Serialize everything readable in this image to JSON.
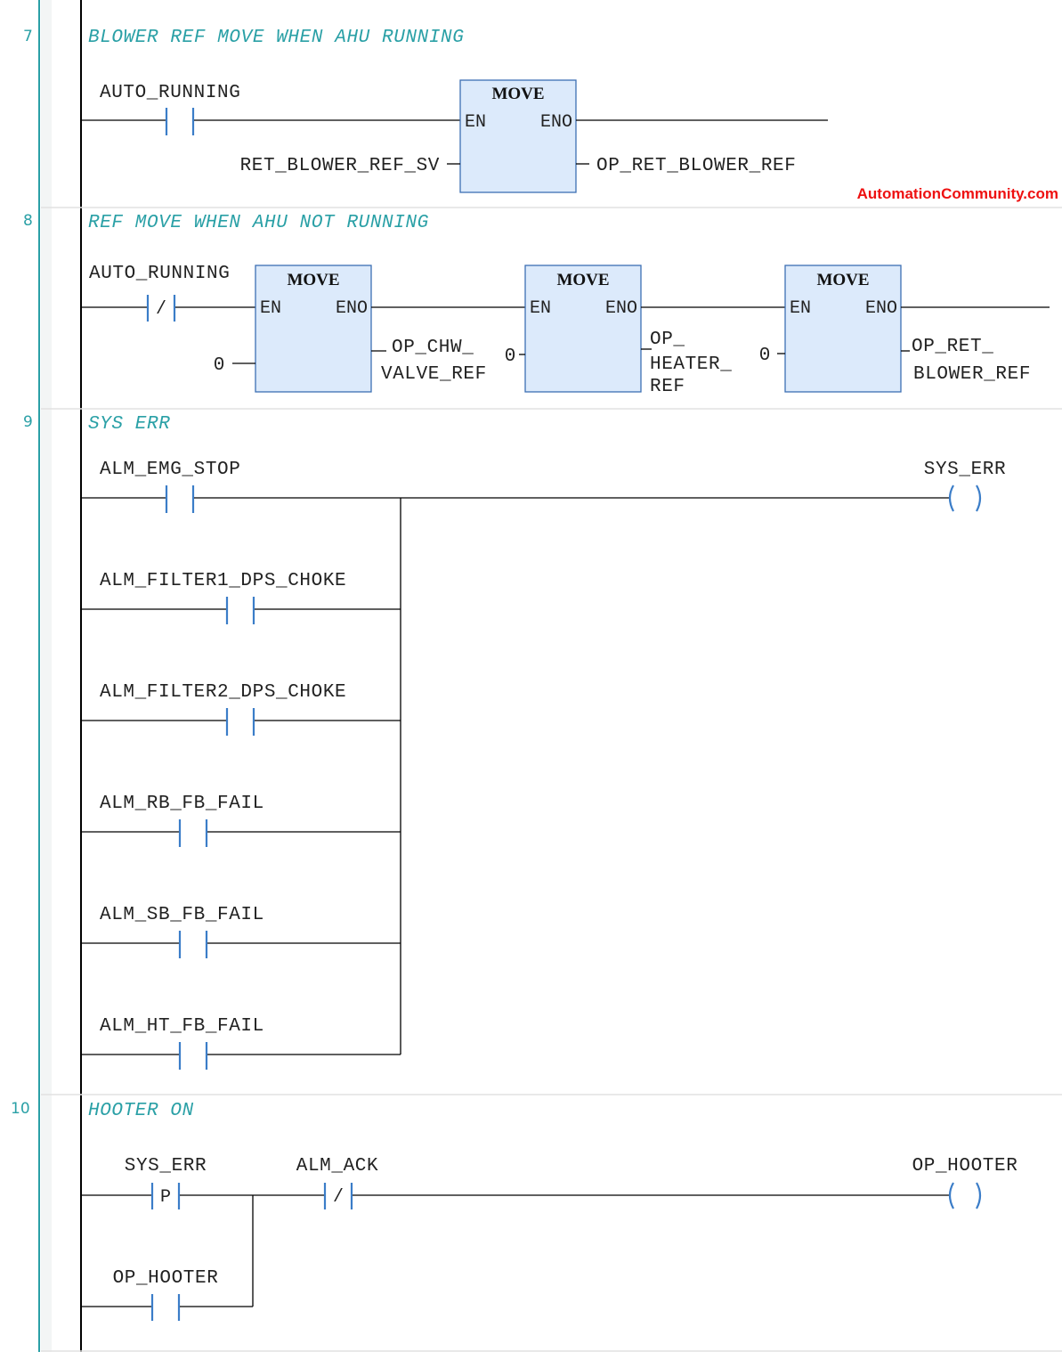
{
  "watermark": "AutomationCommunity.com",
  "colors": {
    "comment": "#2aa0a6",
    "contact": "#3b7dc8",
    "block_fill": "#dceafb",
    "block_border": "#3d6fb3",
    "watermark": "#ee1111"
  },
  "rungs": [
    {
      "number": "7",
      "comment": "BLOWER REF MOVE WHEN AHU RUNNING",
      "contact": {
        "tag": "AUTO_RUNNING",
        "type": "NO"
      },
      "block": {
        "title": "MOVE",
        "en": "EN",
        "eno": "ENO",
        "input": "RET_BLOWER_REF_SV",
        "output": "OP_RET_BLOWER_REF"
      }
    },
    {
      "number": "8",
      "comment": "REF MOVE WHEN AHU NOT RUNNING",
      "contact": {
        "tag": "AUTO_RUNNING",
        "type": "NC",
        "symbol": "/"
      },
      "blocks": [
        {
          "title": "MOVE",
          "en": "EN",
          "eno": "ENO",
          "input": "0",
          "output_lines": [
            "OP_CHW_",
            "VALVE_REF"
          ]
        },
        {
          "title": "MOVE",
          "en": "EN",
          "eno": "ENO",
          "input": "0",
          "output_lines": [
            "OP_",
            "HEATER_",
            "REF"
          ]
        },
        {
          "title": "MOVE",
          "en": "EN",
          "eno": "ENO",
          "input": "0",
          "output_lines": [
            "OP_RET_",
            "BLOWER_REF"
          ]
        }
      ]
    },
    {
      "number": "9",
      "comment": "SYS ERR",
      "contacts": [
        "ALM_EMG_STOP",
        "ALM_FILTER1_DPS_CHOKE",
        "ALM_FILTER2_DPS_CHOKE",
        "ALM_RB_FB_FAIL",
        "ALM_SB_FB_FAIL",
        "ALM_HT_FB_FAIL"
      ],
      "coil": "SYS_ERR"
    },
    {
      "number": "10",
      "comment": "HOOTER ON",
      "contacts": [
        {
          "tag": "SYS_ERR",
          "type": "P",
          "symbol": "P"
        },
        {
          "tag": "ALM_ACK",
          "type": "NC",
          "symbol": "/"
        },
        {
          "tag": "OP_HOOTER",
          "type": "NO"
        }
      ],
      "coil": "OP_HOOTER"
    }
  ]
}
